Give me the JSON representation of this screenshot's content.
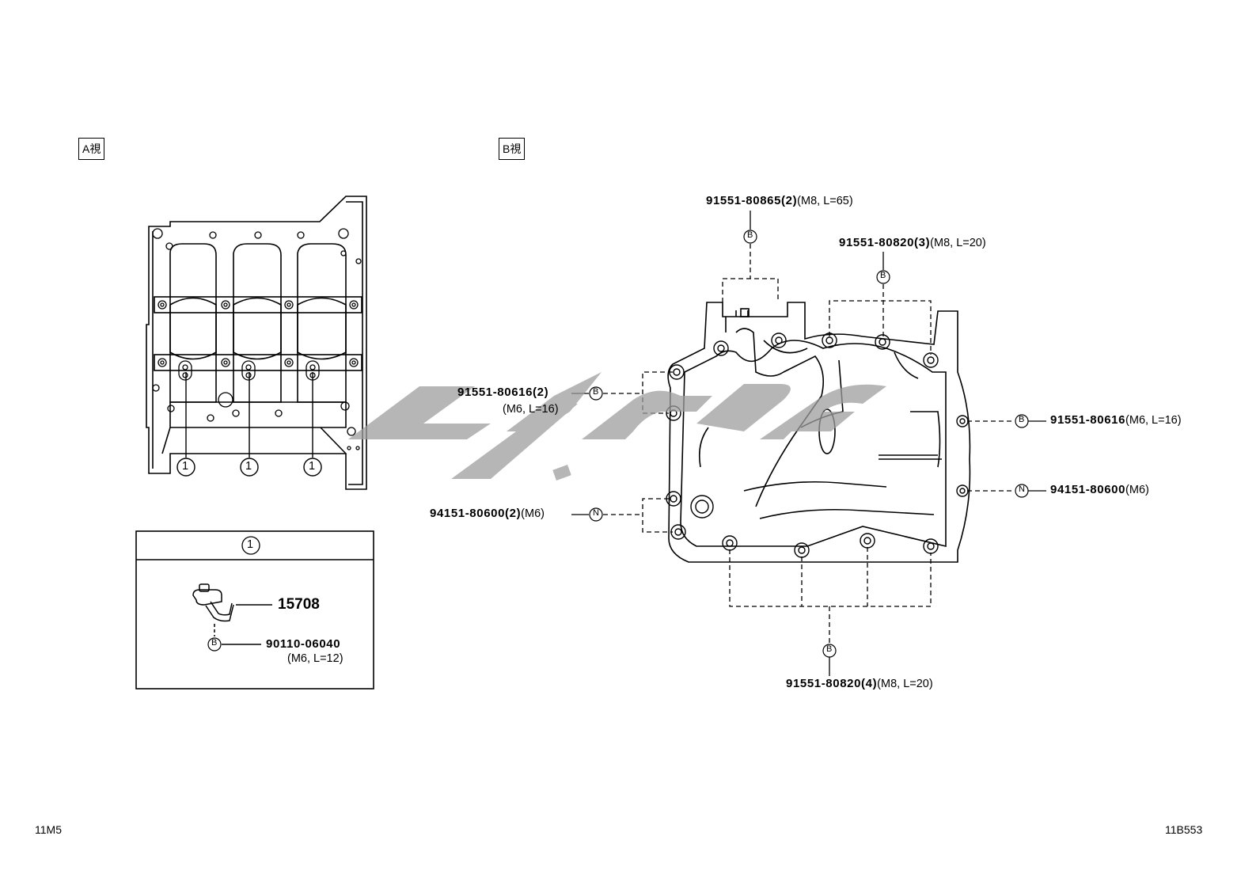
{
  "views": {
    "a": "A視",
    "b": "B視"
  },
  "callout_ref": "1",
  "detail": {
    "ref": "1",
    "part_number": "15708",
    "bolt_part_number": "90110-06040",
    "bolt_spec": "(M6, L=12)",
    "bolt_marker": "B"
  },
  "view_b_labels": {
    "top_left": {
      "part": "91551-80865",
      "qty": "(2)",
      "spec": "(M8, L=65)",
      "marker": "B"
    },
    "top_right": {
      "part": "91551-80820",
      "qty": "(3)",
      "spec": "(M8, L=20)",
      "marker": "B"
    },
    "left_upper": {
      "part": "91551-80616",
      "qty": "(2)",
      "spec": "(M6, L=16)",
      "marker": "B"
    },
    "left_lower": {
      "part": "94151-80600",
      "qty": "(2)",
      "spec": "(M6)",
      "marker": "N"
    },
    "right_upper": {
      "part": "91551-80616",
      "spec": "(M6, L=16)",
      "marker": "B"
    },
    "right_lower": {
      "part": "94151-80600",
      "spec": "(M6)",
      "marker": "N"
    },
    "bottom": {
      "part": "91551-80820",
      "qty": "(4)",
      "spec": "(M8, L=20)",
      "marker": "B"
    }
  },
  "footer": {
    "left": "11M5",
    "right": "11B553"
  }
}
